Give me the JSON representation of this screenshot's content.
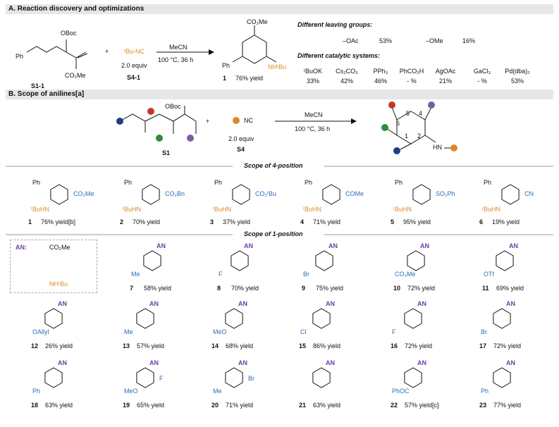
{
  "sectionA": {
    "title": "A. Reaction discovery and optimizations",
    "s11": "S1-1",
    "co2me": "CO₂Me",
    "obz": "OBoc",
    "ph": "Ph",
    "plus": "+",
    "reagent": "ᵗBu-NC",
    "reagent_id": "S4-1",
    "equiv": "2.0 equiv",
    "cond1": "MeCN",
    "cond2": "100 °C, 36 h",
    "prod_num": "1",
    "prod_yield": "76% yield",
    "prod_nh": "NHᵗBu",
    "leaving_title": "Different leaving groups:",
    "lg": [
      {
        "label": "–OAc",
        "pct": "53%"
      },
      {
        "label": "–OMe",
        "pct": "16%"
      }
    ],
    "cat_title": "Different catalytic systems:",
    "catalysts": [
      {
        "name": "ᵗBuOK",
        "pct": "33%"
      },
      {
        "name": "Cs₂CO₃",
        "pct": "42%"
      },
      {
        "name": "PPh₃",
        "pct": "46%"
      },
      {
        "name": "PhCO₂H",
        "pct": "- %"
      },
      {
        "name": "AgOAc",
        "pct": "21%"
      },
      {
        "name": "GaCl₃",
        "pct": "- %"
      },
      {
        "name": "Pd(dba)₂",
        "pct": "53%"
      }
    ]
  },
  "sectionB": {
    "title": "B. Scope of anilines[a]",
    "s1": "S1",
    "s4": "S4",
    "equiv": "2.0 equiv",
    "nc": "NC",
    "obz": "OBoc",
    "cond1": "MeCN",
    "cond2": "100 °C, 36 h",
    "hn": "HN",
    "positions": [
      "5",
      "4",
      "6",
      "1",
      "2"
    ],
    "scope4_title": "Scope of 4-position",
    "scope1_title": "Scope of 1-position",
    "nh": "ᵗBuHN",
    "row4": [
      {
        "num": "1",
        "yield": "76% yield[b]",
        "sub": "CO₂Me"
      },
      {
        "num": "2",
        "yield": "70% yield",
        "sub": "CO₂Bn"
      },
      {
        "num": "3",
        "yield": "37% yield",
        "sub": "CO₂ᵗBu"
      },
      {
        "num": "4",
        "yield": "71% yield",
        "sub": "COMe"
      },
      {
        "num": "5",
        "yield": "95% yield",
        "sub": "SO₂Ph"
      },
      {
        "num": "6",
        "yield": "19% yield",
        "sub": "CN"
      }
    ],
    "an_box": {
      "label": "AN:",
      "co2me": "CO₂Me",
      "nh": "NHᵗBu"
    },
    "an": "AN",
    "row1": [
      {
        "num": "7",
        "yield": "58% yield",
        "sub": "Me"
      },
      {
        "num": "8",
        "yield": "70% yield",
        "sub": "F"
      },
      {
        "num": "9",
        "yield": "75% yield",
        "sub": "Br"
      },
      {
        "num": "10",
        "yield": "72% yield",
        "sub": "CO₂Me"
      },
      {
        "num": "11",
        "yield": "69% yield",
        "sub": "OTf"
      }
    ],
    "row2": [
      {
        "num": "12",
        "yield": "26% yield",
        "sub": "OAllyl"
      },
      {
        "num": "13",
        "yield": "57% yield",
        "sub": "Me"
      },
      {
        "num": "14",
        "yield": "68% yield",
        "sub": "MeO"
      },
      {
        "num": "15",
        "yield": "86% yield",
        "sub": "Cl"
      },
      {
        "num": "16",
        "yield": "72% yield",
        "sub": "F"
      },
      {
        "num": "17",
        "yield": "72% yield",
        "sub": "Br"
      }
    ],
    "row3": [
      {
        "num": "18",
        "yield": "63% yield",
        "sub": "Ph"
      },
      {
        "num": "19",
        "yield": "65% yield",
        "sub": "MeO",
        "sub2": "F"
      },
      {
        "num": "20",
        "yield": "71% yield",
        "sub": "Me",
        "sub2": "Br"
      },
      {
        "num": "21",
        "yield": "63% yield"
      },
      {
        "num": "22",
        "yield": "57% yield[c]",
        "sub": "PhOC"
      },
      {
        "num": "23",
        "yield": "77% yield",
        "sub": "Ph"
      }
    ]
  },
  "colors": {
    "orange": "#d98a2b",
    "purple": "#6a3fa0",
    "blue": "#2f6db5",
    "red": "#c0392b",
    "green": "#2e8b3a",
    "navy": "#1f3f7a",
    "violet": "#7b5ea7"
  }
}
